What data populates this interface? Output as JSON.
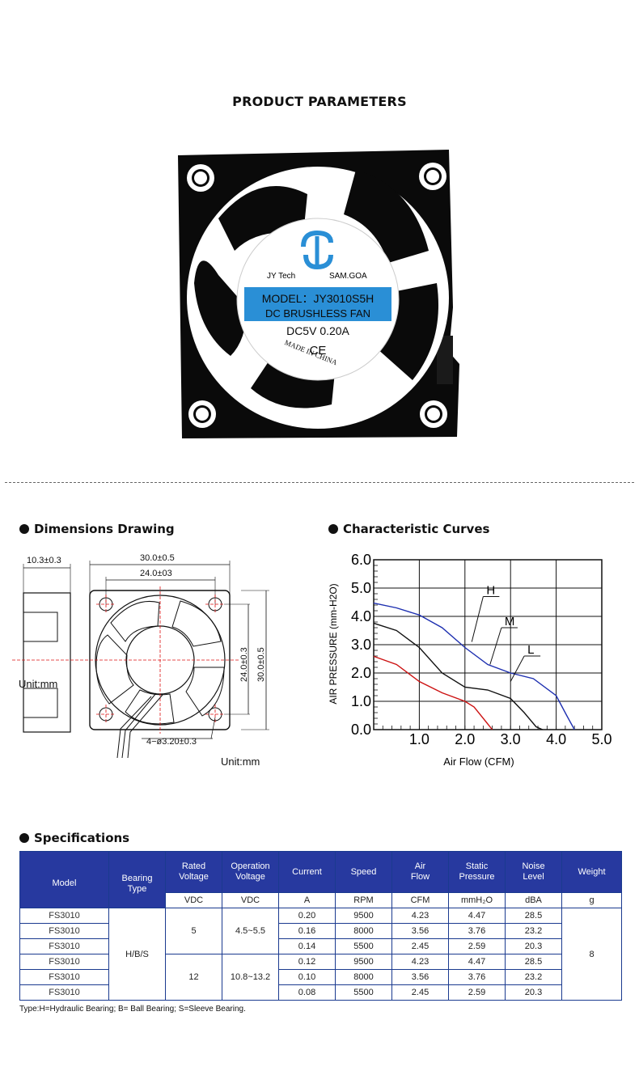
{
  "page": {
    "title": "PRODUCT PARAMETERS"
  },
  "fan_label": {
    "brand": "JY Tech",
    "brand2": "SAM.GOA",
    "model": "MODEL：JY3010S5H",
    "type": "DC BRUSHLESS FAN",
    "rating": "DC5V  0.20A",
    "ce": "CE",
    "origin": "MADE IN CHINA",
    "label_blue": "#2a8fd6"
  },
  "sections": {
    "dimensions": "Dimensions Drawing",
    "curves": "Characteristic Curves",
    "specs": "Specifications"
  },
  "dimensions": {
    "depth": "10.3±0.3",
    "width": "30.0±0.5",
    "hole_spacing": "24.0±03",
    "hole_spacing_v": "24.0±0.3",
    "height": "30.0±0.5",
    "holes": "4−ø3.20±0.3",
    "unit_left": "Unit:mm",
    "unit_right": "Unit:mm"
  },
  "chart_data": {
    "type": "line",
    "xlabel": "Air Flow (CFM)",
    "ylabel": "AIR PRESSURE (mm-H2O)",
    "xlim": [
      0,
      5.0
    ],
    "ylim": [
      0,
      6.0
    ],
    "x_ticks": [
      "1.0",
      "2.0",
      "3.0",
      "4.0",
      "5.0"
    ],
    "y_ticks": [
      "0.0",
      "1.0",
      "2.0",
      "3.0",
      "4.0",
      "5.0",
      "6.0"
    ],
    "grid": true,
    "series": [
      {
        "name": "H",
        "color": "#1d2fb0",
        "x": [
          0,
          0.5,
          1.0,
          1.5,
          2.0,
          2.5,
          3.0,
          3.5,
          4.0,
          4.23,
          4.4
        ],
        "y": [
          4.47,
          4.3,
          4.05,
          3.6,
          2.9,
          2.3,
          2.0,
          1.8,
          1.2,
          0.5,
          0.0
        ]
      },
      {
        "name": "M",
        "color": "#111111",
        "x": [
          0,
          0.5,
          1.0,
          1.5,
          2.0,
          2.5,
          3.0,
          3.3,
          3.56,
          3.7
        ],
        "y": [
          3.76,
          3.5,
          2.9,
          2.0,
          1.5,
          1.4,
          1.1,
          0.6,
          0.1,
          0.0
        ]
      },
      {
        "name": "L",
        "color": "#cc1111",
        "x": [
          0,
          0.5,
          1.0,
          1.5,
          2.0,
          2.2,
          2.45,
          2.6
        ],
        "y": [
          2.59,
          2.3,
          1.7,
          1.3,
          1.0,
          0.8,
          0.3,
          0.0
        ]
      }
    ]
  },
  "spec_table": {
    "headers": [
      "Model",
      "Bearing\nType",
      "Rated\nVoltage",
      "Operation\nVoltage",
      "Current",
      "Speed",
      "Air\nFlow",
      "Static\nPressure",
      "Noise\nLevel",
      "Weight"
    ],
    "units": [
      "VDC",
      "VDC",
      "A",
      "RPM",
      "CFM",
      "mmH₂O",
      "dBA",
      "g"
    ],
    "bearing": "H/B/S",
    "weight": "8",
    "groups": [
      {
        "rated": "5",
        "operation": "4.5~5.5"
      },
      {
        "rated": "12",
        "operation": "10.8~13.2"
      }
    ],
    "rows": [
      [
        "FS3010",
        "0.20",
        "9500",
        "4.23",
        "4.47",
        "28.5"
      ],
      [
        "FS3010",
        "0.16",
        "8000",
        "3.56",
        "3.76",
        "23.2"
      ],
      [
        "FS3010",
        "0.14",
        "5500",
        "2.45",
        "2.59",
        "20.3"
      ],
      [
        "FS3010",
        "0.12",
        "9500",
        "4.23",
        "4.47",
        "28.5"
      ],
      [
        "FS3010",
        "0.10",
        "8000",
        "3.56",
        "3.76",
        "23.2"
      ],
      [
        "FS3010",
        "0.08",
        "5500",
        "2.45",
        "2.59",
        "20.3"
      ]
    ],
    "note": "Type:H=Hydraulic Bearing; B= Ball Bearing; S=Sleeve  Bearing."
  }
}
